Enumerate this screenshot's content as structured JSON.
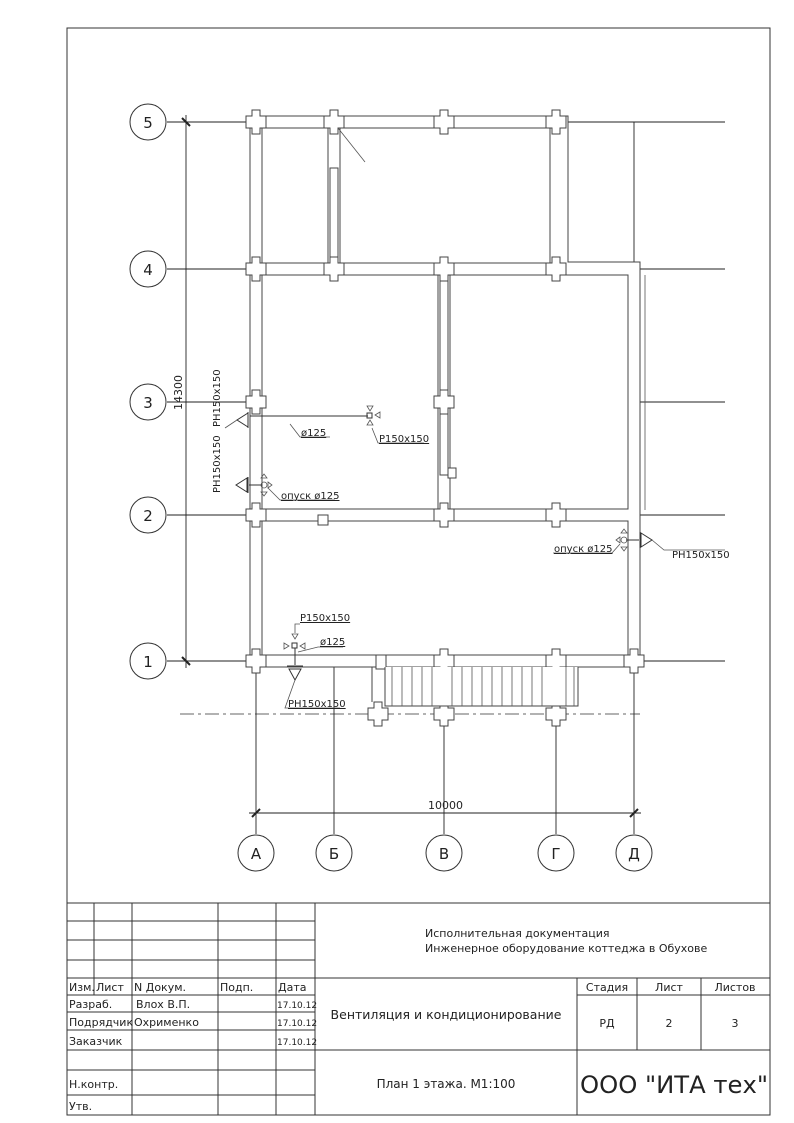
{
  "drawing": {
    "row_axes": [
      "5",
      "4",
      "3",
      "2",
      "1"
    ],
    "col_axes": [
      "А",
      "Б",
      "В",
      "Г",
      "Д"
    ],
    "dim_vertical": "14300",
    "dim_horizontal": "10000",
    "annotations": {
      "rh_left_upper": "РН150х150",
      "rh_left_lower": "РН150х150",
      "duct_upper": "ø125",
      "grille_upper": "Р150х150",
      "drop_left": "опуск ø125",
      "drop_right": "опуск ø125",
      "rh_right": "РН150х150",
      "grille_lower": "Р150х150",
      "duct_lower": "ø125",
      "rh_lower": "РН150х150"
    }
  },
  "title_block": {
    "project_line1": "Исполнительная документация",
    "project_line2": "Инженерное оборудование коттеджа в Обухове",
    "headers": {
      "izm": "Изм.",
      "list": "Лист",
      "doc": "N Докум.",
      "sign": "Подп.",
      "date": "Дата"
    },
    "rows": [
      {
        "role": "Разраб.",
        "name": "Влох В.П.",
        "date": "17.10.12"
      },
      {
        "role": "Подрядчик",
        "name": "Охрименко",
        "date": "17.10.12"
      },
      {
        "role": "Заказчик",
        "name": "",
        "date": "17.10.12"
      }
    ],
    "control_rows": [
      "Н.контр.",
      "Утв."
    ],
    "section_title": "Вентиляция и кондиционирование",
    "sheet_title": "План 1 этажа. М1:100",
    "stage_label": "Стадия",
    "sheet_label": "Лист",
    "sheets_label": "Листов",
    "stage": "РД",
    "sheet": "2",
    "sheets": "3",
    "company": "ООО \"ИТА тех\""
  }
}
